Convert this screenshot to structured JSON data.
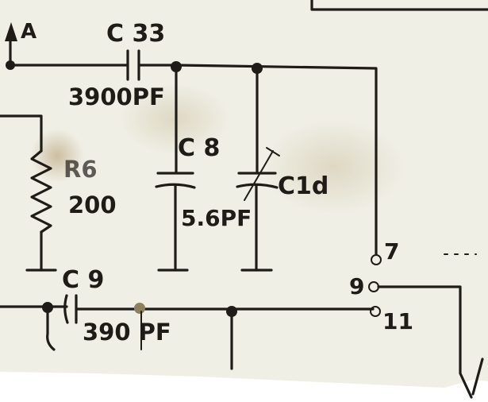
{
  "colors": {
    "paper": "#f0efe6",
    "ink": "#1f1c18",
    "stain": "#c9b79a"
  },
  "labels": {
    "antenna": "A",
    "c33_name": "C 33",
    "c33_value": "3900PF",
    "r6_name": "R6",
    "r6_value": "200",
    "c8_name": "C 8",
    "c8_value": "5.6PF",
    "c1d_name": "C1d",
    "c9_name": "C 9",
    "c9_value": "390 PF",
    "pin7": "7",
    "pin9": "9",
    "pin11": "11"
  }
}
